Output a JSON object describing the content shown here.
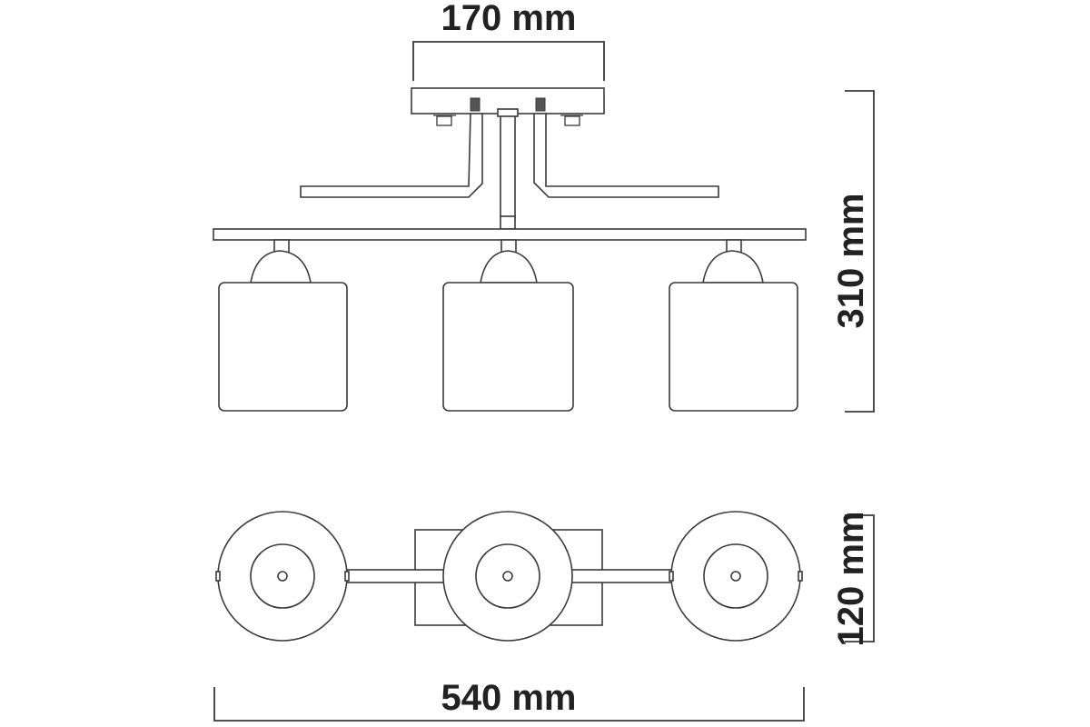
{
  "dimensions": {
    "canopy_width": "170 mm",
    "height": "310 mm",
    "depth": "120 mm",
    "total_width": "540 mm"
  }
}
